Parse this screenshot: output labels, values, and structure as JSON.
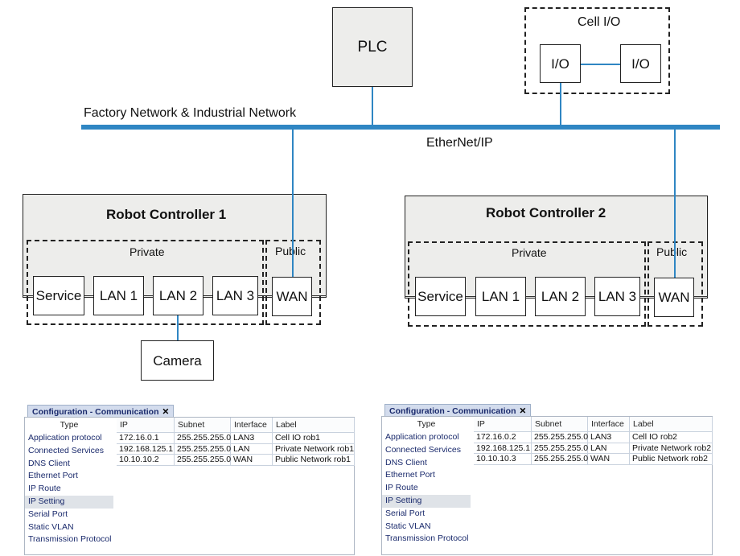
{
  "diagram": {
    "plc": "PLC",
    "cell_io": {
      "title": "Cell I/O",
      "io1": "I/O",
      "io2": "I/O"
    },
    "network_label": "Factory Network & Industrial Network",
    "ethernet_label": "EtherNet/IP",
    "colors": {
      "network_line": "#2f86c3",
      "controller_bg": "#ededeb"
    },
    "controllers": [
      {
        "title": "Robot Controller 1",
        "private": "Private",
        "public": "Public",
        "ports": [
          "Service",
          "LAN 1",
          "LAN 2",
          "LAN 3"
        ],
        "wan": "WAN"
      },
      {
        "title": "Robot Controller 2",
        "private": "Private",
        "public": "Public",
        "ports": [
          "Service",
          "LAN 1",
          "LAN 2",
          "LAN 3"
        ],
        "wan": "WAN"
      }
    ],
    "camera": "Camera"
  },
  "panels": [
    {
      "tab_title": "Configuration - Communication",
      "close": "✕",
      "type_header": "Type",
      "types": [
        "Application protocol",
        "Connected Services",
        "DNS Client",
        "Ethernet Port",
        "IP Route",
        "IP Setting",
        "Serial Port",
        "Static VLAN",
        "Transmission Protocol"
      ],
      "selected_type": "IP Setting",
      "columns": [
        "IP",
        "Subnet",
        "Interface",
        "Label"
      ],
      "rows": [
        [
          "172.16.0.1",
          "255.255.255.0",
          "LAN3",
          "Cell IO rob1"
        ],
        [
          "192.168.125.1",
          "255.255.255.0",
          "LAN",
          "Private Network rob1"
        ],
        [
          "10.10.10.2",
          "255.255.255.0",
          "WAN",
          "Public Network rob1"
        ]
      ]
    },
    {
      "tab_title": "Configuration - Communication",
      "close": "✕",
      "type_header": "Type",
      "types": [
        "Application protocol",
        "Connected Services",
        "DNS Client",
        "Ethernet Port",
        "IP Route",
        "IP Setting",
        "Serial Port",
        "Static VLAN",
        "Transmission Protocol"
      ],
      "selected_type": "IP Setting",
      "columns": [
        "IP",
        "Subnet",
        "Interface",
        "Label"
      ],
      "rows": [
        [
          "172.16.0.2",
          "255.255.255.0",
          "LAN3",
          "Cell IO rob2"
        ],
        [
          "192.168.125.1",
          "255.255.255.0",
          "LAN",
          "Private Network rob2"
        ],
        [
          "10.10.10.3",
          "255.255.255.0",
          "WAN",
          "Public Network rob2"
        ]
      ]
    }
  ]
}
